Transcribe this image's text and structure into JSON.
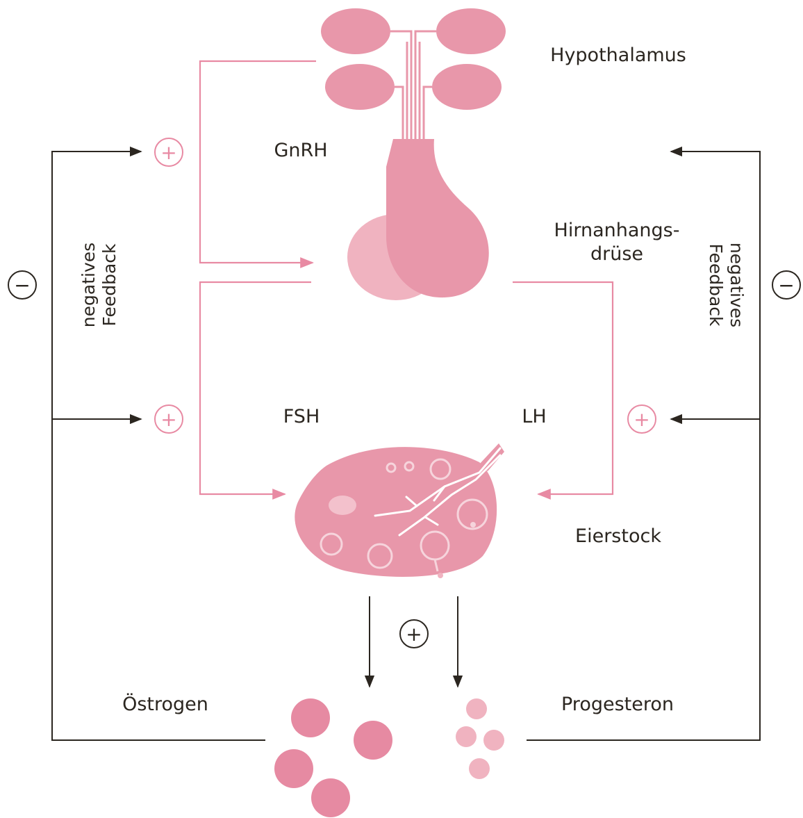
{
  "labels": {
    "hypothalamus": "Hypothalamus",
    "gnrh": "GnRH",
    "pituitary_line1": "Hirnanhangs-",
    "pituitary_line2": "drüse",
    "fsh": "FSH",
    "lh": "LH",
    "ovary": "Eierstock",
    "estrogen": "Östrogen",
    "progesterone": "Progesteron",
    "feedback_left_line1": "negatives",
    "feedback_left_line2": "Feedback",
    "feedback_right_line1": "negatives",
    "feedback_right_line2": "Feedback"
  },
  "symbols": {
    "plus": "+",
    "minus": "−"
  },
  "colors": {
    "organ_pink": "#e897aa",
    "organ_light_pink": "#f0b3c0",
    "stimulation_line": "#e88aa3",
    "feedback_line": "#2b2620"
  }
}
